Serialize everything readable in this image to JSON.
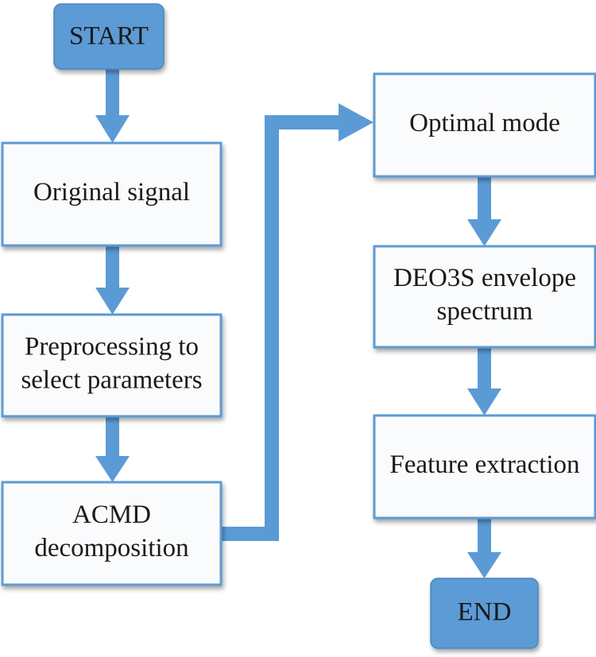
{
  "flowchart": {
    "start": "START",
    "end": "END",
    "steps_left": [
      [
        "Original signal"
      ],
      [
        "Preprocessing to",
        "select parameters"
      ],
      [
        "ACMD",
        "decomposition"
      ]
    ],
    "steps_right": [
      [
        "Optimal mode"
      ],
      [
        "DEO3S envelope",
        "spectrum"
      ],
      [
        "Feature extraction"
      ]
    ]
  },
  "colors": {
    "terminal_fill": "#5b9bd5",
    "terminal_stroke": "#4a86bd",
    "box_fill": "#fafbfd",
    "box_stroke": "#5b9bd5",
    "arrow": "#5b9bd5",
    "text": "#1a1a1a"
  }
}
